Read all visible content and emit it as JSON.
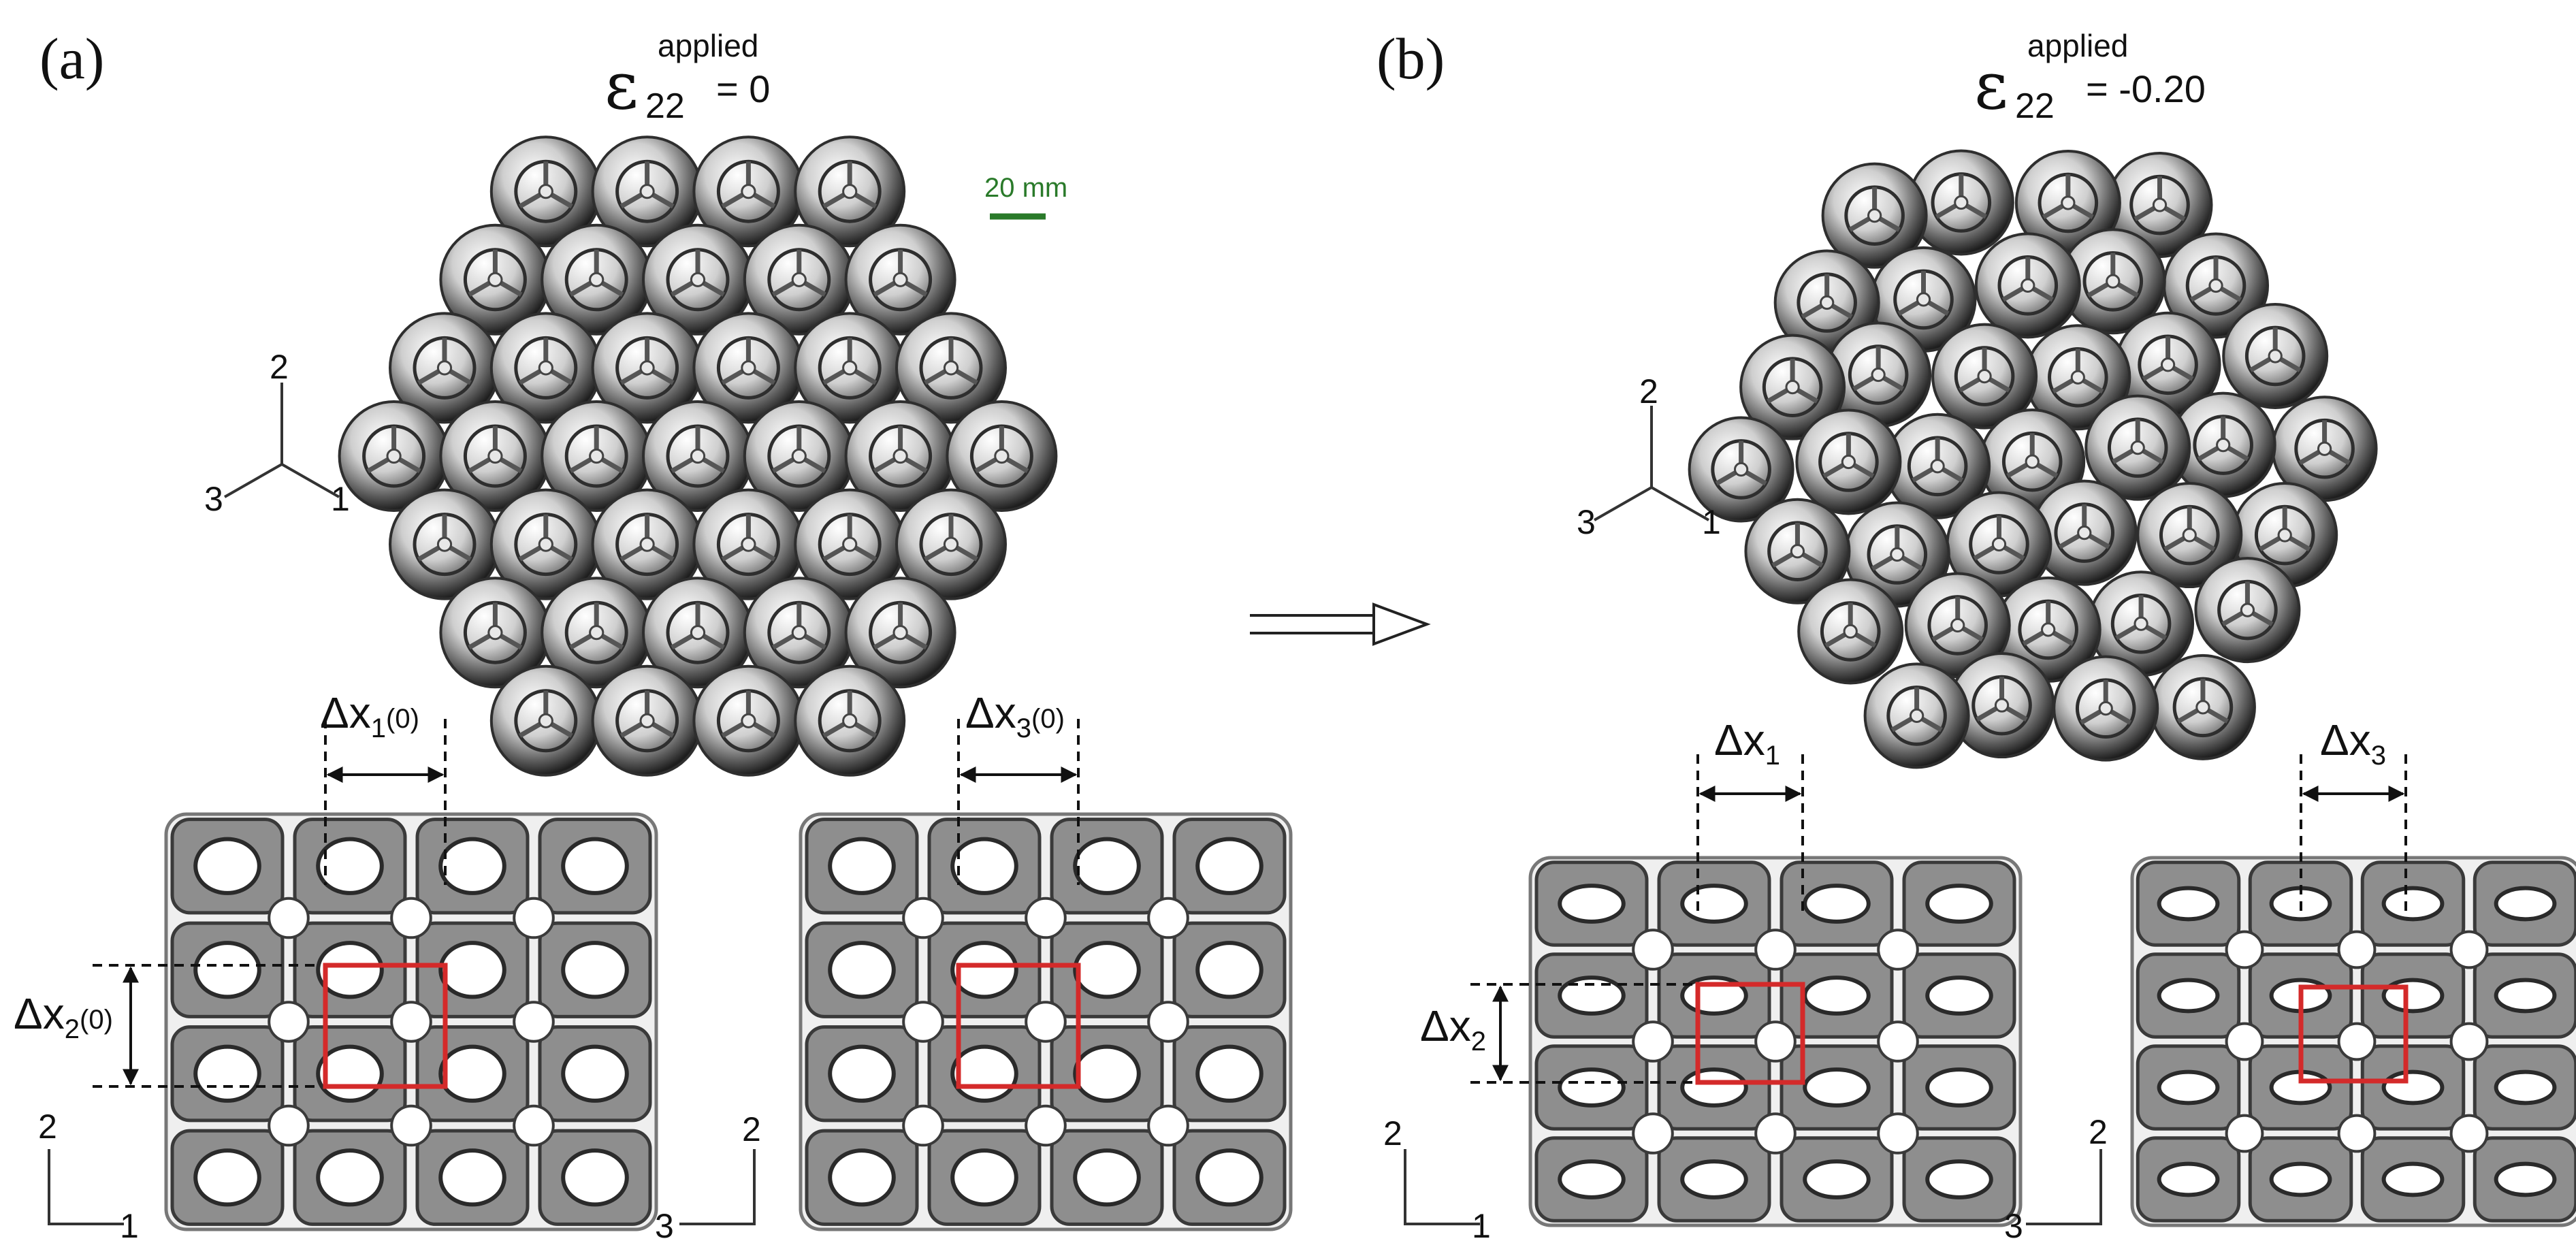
{
  "panels": {
    "a": {
      "label": "(a)",
      "strain_symbol": "ε",
      "strain_sub": "22",
      "strain_sup": "applied",
      "strain_value": "= 0",
      "scale_bar": "20 mm",
      "triad": {
        "up": "2",
        "left": "3",
        "right": "1"
      },
      "view12": {
        "axis_up": "2",
        "axis_right": "1",
        "dx1": "Δx",
        "dx1_sub": "1",
        "dx1_sup": "(0)",
        "dx2": "Δx",
        "dx2_sub": "2",
        "dx2_sup": "(0)"
      },
      "view32": {
        "axis_up": "2",
        "axis_left": "3",
        "dx3": "Δx",
        "dx3_sub": "3",
        "dx3_sup": "(0)"
      }
    },
    "b": {
      "label": "(b)",
      "strain_symbol": "ε",
      "strain_sub": "22",
      "strain_sup": "applied",
      "strain_value": "= -0.20",
      "triad": {
        "up": "2",
        "left": "3",
        "right": "1"
      },
      "view12": {
        "axis_up": "2",
        "axis_right": "1",
        "dx1": "Δx",
        "dx1_sub": "1",
        "dx2": "Δx",
        "dx2_sub": "2"
      },
      "view32": {
        "axis_up": "2",
        "axis_left": "3",
        "dx3": "Δx",
        "dx3_sub": "3"
      }
    }
  },
  "colors": {
    "highlight_box": "#d42a2a",
    "scale_bar": "#2a7a2a",
    "lattice_dark": "#2e2e2e",
    "lattice_mid": "#8a8a8a",
    "lattice_light": "#e6e6e6"
  }
}
